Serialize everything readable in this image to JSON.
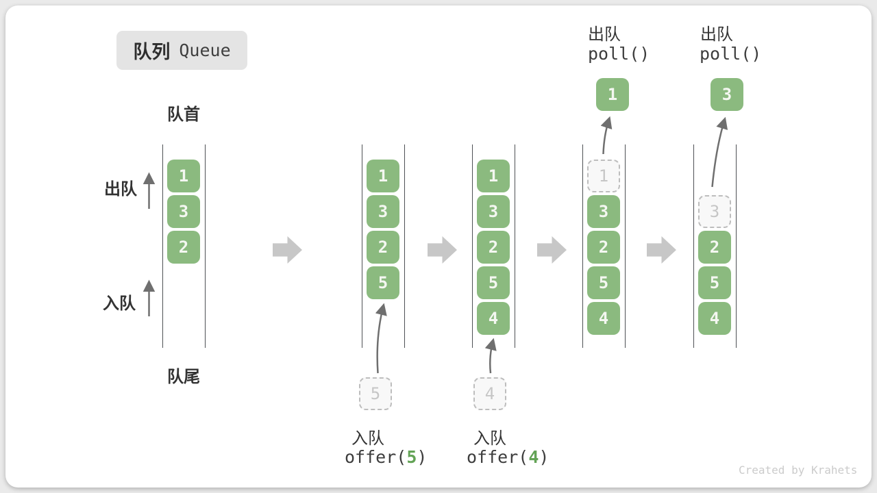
{
  "title": {
    "zh": "队列",
    "en": "Queue"
  },
  "side_labels": {
    "head": "队首",
    "tail": "队尾",
    "dequeue": "出队",
    "enqueue": "入队"
  },
  "credit": "Created by Krahets",
  "colors": {
    "page_bg": "#eaeaea",
    "card_bg": "#ffffff",
    "badge_bg": "#e4e4e4",
    "box_green": "#8bba7f",
    "box_text": "#f4f7f1",
    "ghost_fill": "#f8f8f8",
    "ghost_border": "#bdbdbd",
    "ghost_text": "#c6c6c6",
    "wall": "#4d5054",
    "block_arrow": "#c7c7c7",
    "arrow": "#6f6f6f",
    "text_dark": "#333333",
    "code_text": "#3d3d3d",
    "code_green": "#63a356",
    "credit_text": "#cbcbcb"
  },
  "states": [
    {
      "name": "initial",
      "boxes": [
        "1",
        "3",
        "2"
      ]
    },
    {
      "name": "after-offer-5",
      "boxes": [
        "1",
        "3",
        "2",
        "5"
      ],
      "incoming": "5",
      "op": {
        "action": "入队",
        "code_before": "offer(",
        "arg": "5",
        "code_after": ")"
      }
    },
    {
      "name": "after-offer-4",
      "boxes": [
        "1",
        "3",
        "2",
        "5",
        "4"
      ],
      "incoming": "4",
      "op": {
        "action": "入队",
        "code_before": "offer(",
        "arg": "4",
        "code_after": ")"
      }
    },
    {
      "name": "poll-first",
      "ghost": "1",
      "boxes": [
        "3",
        "2",
        "5",
        "4"
      ],
      "popped": "1",
      "op": {
        "action": "出队",
        "code": "poll()"
      }
    },
    {
      "name": "poll-second",
      "ghost": "3",
      "boxes": [
        "2",
        "5",
        "4"
      ],
      "popped": "3",
      "op": {
        "action": "出队",
        "code": "poll()"
      }
    }
  ]
}
